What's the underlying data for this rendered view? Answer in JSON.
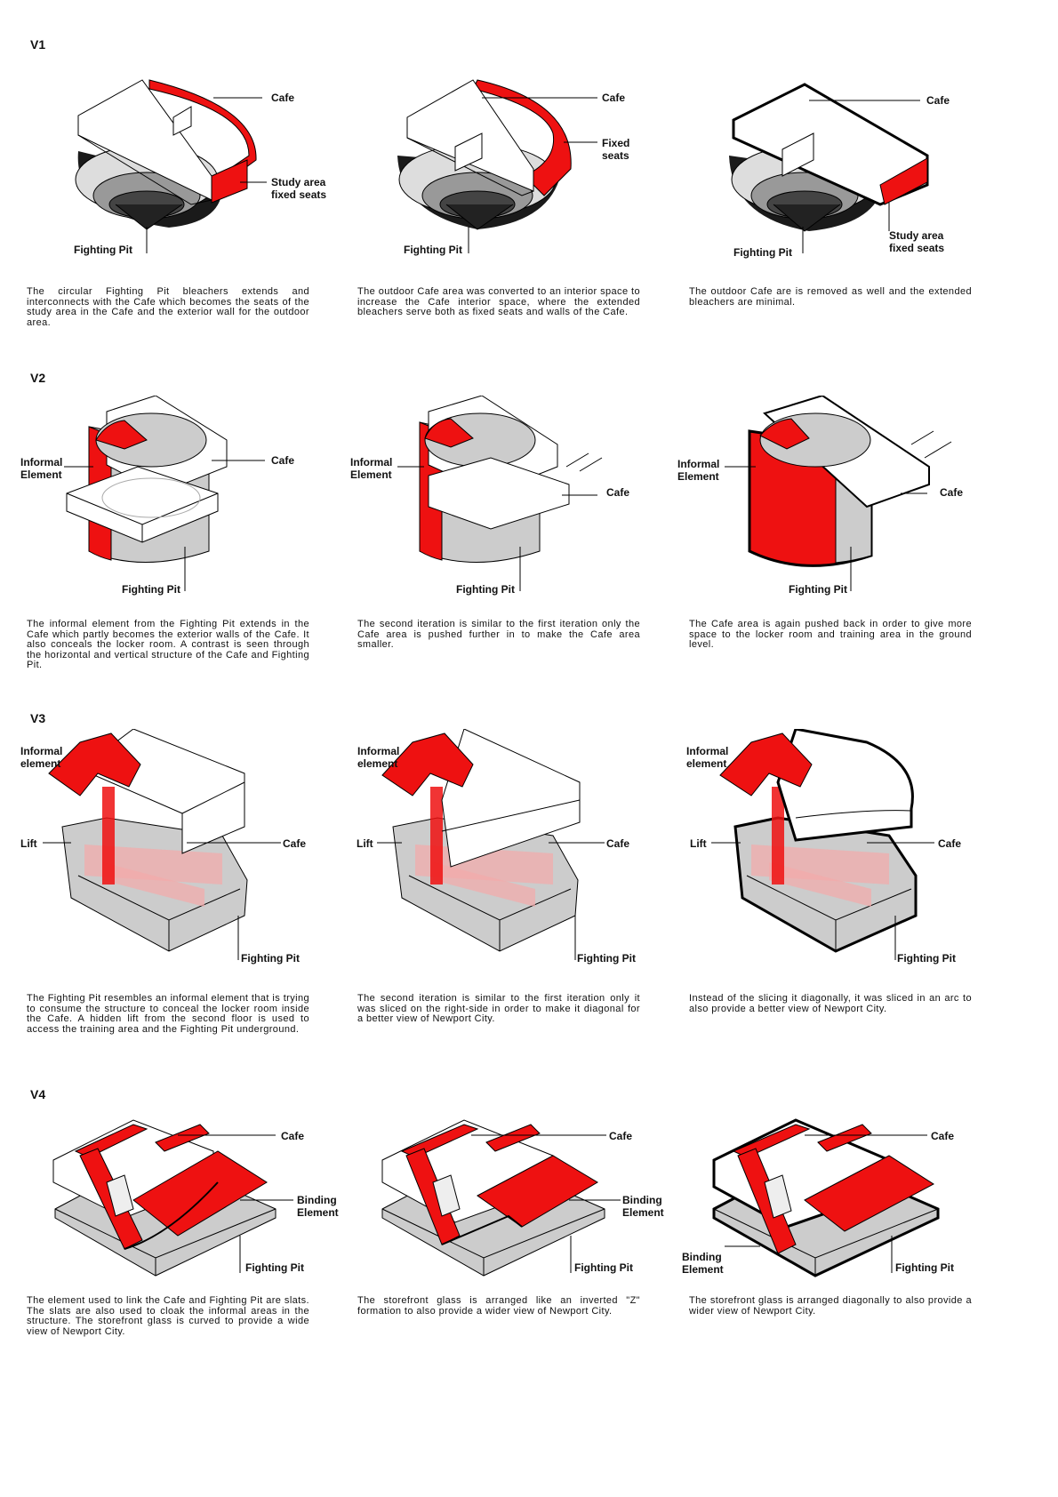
{
  "rows": [
    {
      "id": "V1",
      "panels": [
        {
          "labels": {
            "cafe": "Cafe",
            "study": "Study area\nfixed seats",
            "pit": "Fighting Pit"
          },
          "desc": "The circular Fighting Pit bleachers extends and interconnects with the Cafe which becomes the seats of the study area in the Cafe and the exterior wall for the outdoor area."
        },
        {
          "labels": {
            "cafe": "Cafe",
            "seats": "Fixed seats",
            "pit": "Fighting Pit"
          },
          "desc": "The outdoor Cafe area was converted to an interior space to increase the Cafe interior space, where the extended bleachers serve both as fixed seats and walls of the Cafe."
        },
        {
          "labels": {
            "cafe": "Cafe",
            "study": "Study area\nfixed seats",
            "pit": "Fighting Pit"
          },
          "desc": "The outdoor Cafe are is removed as well and the extended bleachers are minimal."
        }
      ]
    },
    {
      "id": "V2",
      "panels": [
        {
          "labels": {
            "informal": "Informal\nElement",
            "cafe": "Cafe",
            "pit": "Fighting Pit"
          },
          "desc": "The informal element from the Fighting Pit extends in the Cafe which partly becomes the exterior walls of the Cafe. It also conceals the locker room. A contrast is seen through the horizontal and vertical structure of the Cafe and Fighting Pit."
        },
        {
          "labels": {
            "informal": "Informal\nElement",
            "cafe": "Cafe",
            "pit": "Fighting Pit"
          },
          "desc": "The second iteration is similar to the first iteration only the Cafe area is pushed further in to make the Cafe area smaller."
        },
        {
          "labels": {
            "informal": "Informal\nElement",
            "cafe": "Cafe",
            "pit": "Fighting Pit"
          },
          "desc": "The Cafe area is again pushed back in order to give more space to the locker room and training area in the ground level."
        }
      ]
    },
    {
      "id": "V3",
      "panels": [
        {
          "labels": {
            "informal": "Informal\nelement",
            "lift": "Lift",
            "cafe": "Cafe",
            "pit": "Fighting Pit"
          },
          "desc": "The Fighting Pit resembles an informal element that is trying to consume the structure to conceal the locker room inside the Cafe. A hidden lift from the second floor is used to access the training area and the Fighting Pit underground."
        },
        {
          "labels": {
            "informal": "Informal\nelement",
            "lift": "Lift",
            "cafe": "Cafe",
            "pit": "Fighting Pit"
          },
          "desc": "The second iteration is similar to the first iteration only it was sliced on the right-side in order to make it diagonal for a better view of Newport City."
        },
        {
          "labels": {
            "informal": "Informal\nelement",
            "lift": "Lift",
            "cafe": "Cafe",
            "pit": "Fighting Pit"
          },
          "desc": "Instead of the slicing it diagonally, it was sliced in an arc to also provide a better view of Newport City."
        }
      ]
    },
    {
      "id": "V4",
      "panels": [
        {
          "labels": {
            "cafe": "Cafe",
            "binding": "Binding\nElement",
            "pit": "Fighting Pit"
          },
          "desc": "The element used to link the Cafe and Fighting Pit are slats. The slats are also used to cloak the informal areas in the structure. The storefront glass is curved to provide a wide view of Newport City."
        },
        {
          "labels": {
            "cafe": "Cafe",
            "binding": "Binding\nElement",
            "pit": "Fighting Pit"
          },
          "desc": "The storefront glass is arranged like an inverted \"Z\" formation to also provide a wider view of Newport City."
        },
        {
          "labels": {
            "cafe": "Cafe",
            "binding": "Binding\nElement",
            "pit": "Fighting Pit"
          },
          "desc": "The storefront glass is arranged diagonally to also provide a wider view of Newport City."
        }
      ]
    }
  ]
}
